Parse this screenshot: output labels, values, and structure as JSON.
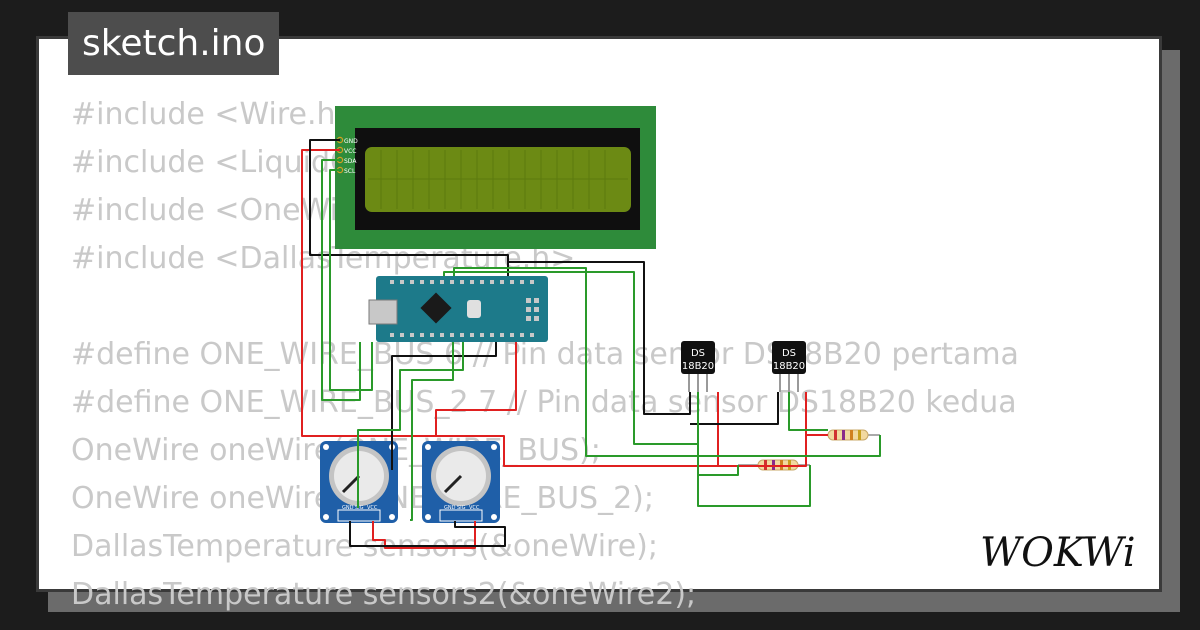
{
  "title": "sketch.ino",
  "code_lines": [
    "#include <Wire.h>",
    "#include <LiquidCrystal_I2C.h>",
    "#include <OneWire.h>",
    "#include <DallasTemperature.h>",
    "",
    "#define ONE_WIRE_BUS 6 // Pin data sensor DS18B20 pertama",
    "#define ONE_WIRE_BUS_2 7 // Pin data sensor DS18B20 kedua",
    "OneWire oneWire(ONE_WIRE_BUS);",
    "OneWire oneWire2(ONE_WIRE_BUS_2);",
    "DallasTemperature sensors(&oneWire);",
    "DallasTemperature sensors2(&oneWire2);"
  ],
  "lcd": {
    "pins": [
      "GND",
      "VCC",
      "SDA",
      "SCL"
    ]
  },
  "sensors": [
    {
      "line1": "DS",
      "line2": "18B20"
    },
    {
      "line1": "DS",
      "line2": "18B20"
    }
  ],
  "potentiometers": [
    {
      "pins": [
        "GND",
        "SIG",
        "VCC"
      ]
    },
    {
      "pins": [
        "GND",
        "SIG",
        "VCC"
      ]
    }
  ],
  "logo": "WOKWi",
  "colors": {
    "background": "#1c1c1c",
    "card": "#ffffff",
    "title_tab": "#4d4d4d",
    "code_text": "#c9c9c9",
    "lcd_board": "#2e8b3a",
    "lcd_screen": "#6c8a14",
    "nano_board": "#1d7a8a",
    "pot_board": "#1f5fa8",
    "wire_red": "#e02020",
    "wire_black": "#111111",
    "wire_green": "#2a9a2a"
  }
}
